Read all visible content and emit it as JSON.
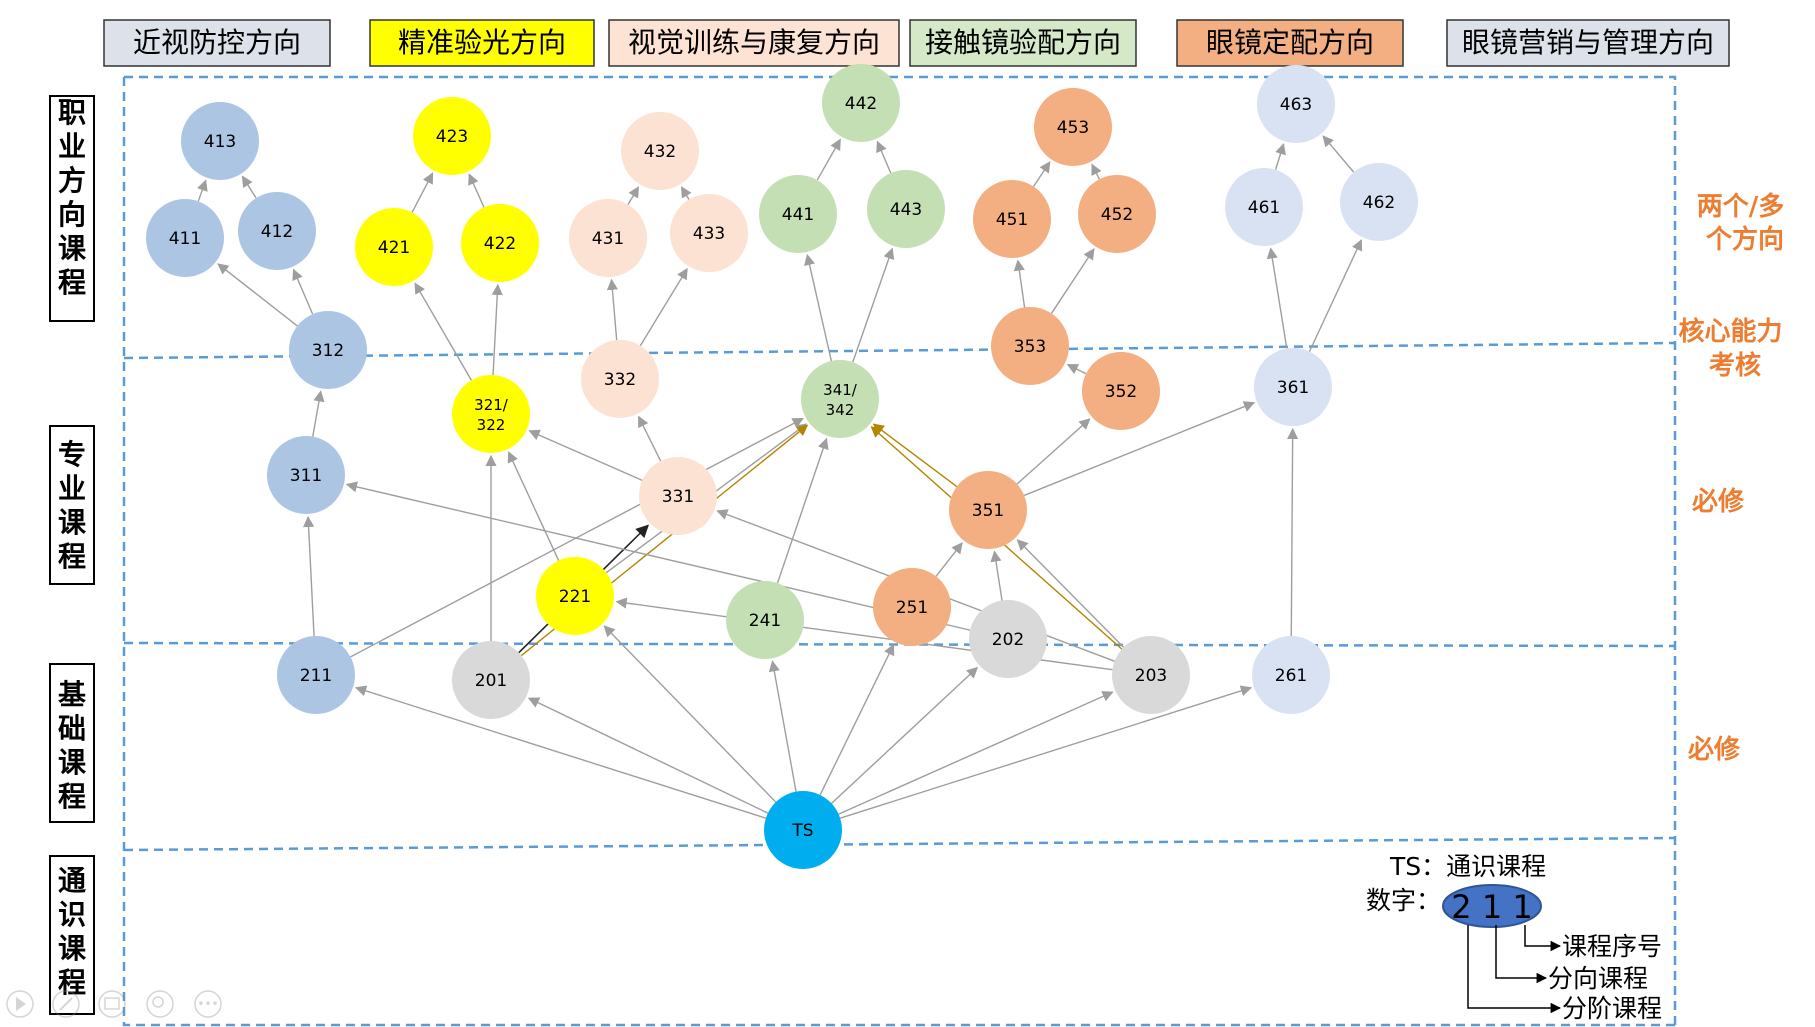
{
  "directions": [
    {
      "label": "近视防控方向",
      "color": "#DCE1EA"
    },
    {
      "label": "精准验光方向",
      "color": "#FFFF00"
    },
    {
      "label": "视觉训练与康复方向",
      "color": "#FCE3D3"
    },
    {
      "label": "接触镜验配方向",
      "color": "#D5E8C8"
    },
    {
      "label": "眼镜定配方向",
      "color": "#F3AE82"
    },
    {
      "label": "眼镜营销与管理方向",
      "color": "#DCE1EA"
    }
  ],
  "levels": [
    {
      "label": "职业方向课程"
    },
    {
      "label": "专业课程"
    },
    {
      "label": "基础课程"
    },
    {
      "label": "通识课程"
    }
  ],
  "side_notes": [
    {
      "text": "两个/多个方向"
    },
    {
      "text": "核心能力考核"
    },
    {
      "text": "必修"
    },
    {
      "text": "必修"
    }
  ],
  "colors": {
    "blue": "#ABC5E3",
    "yellow": "#FFFF00",
    "peach": "#FBE2D3",
    "green": "#C5DFB5",
    "orange": "#F3AE82",
    "lavender": "#D9E2F3",
    "gray": "#D9D9D9",
    "cyan": "#00AEEF",
    "dash": "#5B9BD5",
    "note": "#ED7D31",
    "arrow": "#9E9E9E",
    "arrow_brown": "#B38600",
    "arrow_dark": "#222222"
  },
  "nodes": [
    {
      "id": "413",
      "label": "413",
      "color": "blue"
    },
    {
      "id": "411",
      "label": "411",
      "color": "blue"
    },
    {
      "id": "412",
      "label": "412",
      "color": "blue"
    },
    {
      "id": "423",
      "label": "423",
      "color": "yellow"
    },
    {
      "id": "421",
      "label": "421",
      "color": "yellow"
    },
    {
      "id": "422",
      "label": "422",
      "color": "yellow"
    },
    {
      "id": "432",
      "label": "432",
      "color": "peach"
    },
    {
      "id": "431",
      "label": "431",
      "color": "peach"
    },
    {
      "id": "433",
      "label": "433",
      "color": "peach"
    },
    {
      "id": "442",
      "label": "442",
      "color": "green"
    },
    {
      "id": "441",
      "label": "441",
      "color": "green"
    },
    {
      "id": "443",
      "label": "443",
      "color": "green"
    },
    {
      "id": "453",
      "label": "453",
      "color": "orange"
    },
    {
      "id": "451",
      "label": "451",
      "color": "orange"
    },
    {
      "id": "452",
      "label": "452",
      "color": "orange"
    },
    {
      "id": "463",
      "label": "463",
      "color": "lavender"
    },
    {
      "id": "461",
      "label": "461",
      "color": "lavender"
    },
    {
      "id": "462",
      "label": "462",
      "color": "lavender"
    },
    {
      "id": "312",
      "label": "312",
      "color": "blue"
    },
    {
      "id": "311",
      "label": "311",
      "color": "blue"
    },
    {
      "id": "321",
      "label": "321/\n322",
      "color": "yellow"
    },
    {
      "id": "332",
      "label": "332",
      "color": "peach"
    },
    {
      "id": "331",
      "label": "331",
      "color": "peach"
    },
    {
      "id": "341",
      "label": "341/\n342",
      "color": "green"
    },
    {
      "id": "353",
      "label": "353",
      "color": "orange"
    },
    {
      "id": "352",
      "label": "352",
      "color": "orange"
    },
    {
      "id": "351",
      "label": "351",
      "color": "orange"
    },
    {
      "id": "361",
      "label": "361",
      "color": "lavender"
    },
    {
      "id": "221",
      "label": "221",
      "color": "yellow"
    },
    {
      "id": "241",
      "label": "241",
      "color": "green"
    },
    {
      "id": "251",
      "label": "251",
      "color": "orange"
    },
    {
      "id": "202",
      "label": "202",
      "color": "gray"
    },
    {
      "id": "211",
      "label": "211",
      "color": "blue"
    },
    {
      "id": "201",
      "label": "201",
      "color": "gray"
    },
    {
      "id": "203",
      "label": "203",
      "color": "gray"
    },
    {
      "id": "261",
      "label": "261",
      "color": "lavender"
    },
    {
      "id": "TS",
      "label": "TS",
      "color": "cyan"
    }
  ],
  "edges": [
    [
      "411",
      "413",
      "arrow"
    ],
    [
      "412",
      "413",
      "arrow"
    ],
    [
      "312",
      "411",
      "arrow"
    ],
    [
      "312",
      "412",
      "arrow"
    ],
    [
      "311",
      "312",
      "arrow"
    ],
    [
      "211",
      "311",
      "arrow"
    ],
    [
      "421",
      "423",
      "arrow"
    ],
    [
      "422",
      "423",
      "arrow"
    ],
    [
      "321",
      "421",
      "arrow"
    ],
    [
      "321",
      "422",
      "arrow"
    ],
    [
      "201",
      "321",
      "arrow"
    ],
    [
      "221",
      "321",
      "arrow"
    ],
    [
      "431",
      "432",
      "arrow"
    ],
    [
      "433",
      "432",
      "arrow"
    ],
    [
      "332",
      "431",
      "arrow"
    ],
    [
      "332",
      "433",
      "arrow"
    ],
    [
      "331",
      "332",
      "arrow"
    ],
    [
      "331",
      "321",
      "arrow"
    ],
    [
      "441",
      "442",
      "arrow"
    ],
    [
      "443",
      "442",
      "arrow"
    ],
    [
      "341",
      "441",
      "arrow"
    ],
    [
      "341",
      "443",
      "arrow"
    ],
    [
      "211",
      "341",
      "arrow"
    ],
    [
      "221",
      "341",
      "arrow"
    ],
    [
      "241",
      "341",
      "arrow"
    ],
    [
      "201",
      "331",
      "arrow_dark"
    ],
    [
      "201",
      "341",
      "arrow_brown"
    ],
    [
      "351",
      "341",
      "arrow_brown"
    ],
    [
      "451",
      "453",
      "arrow"
    ],
    [
      "452",
      "453",
      "arrow"
    ],
    [
      "353",
      "451",
      "arrow"
    ],
    [
      "353",
      "452",
      "arrow"
    ],
    [
      "352",
      "353",
      "arrow"
    ],
    [
      "351",
      "352",
      "arrow"
    ],
    [
      "351",
      "361",
      "arrow"
    ],
    [
      "251",
      "351",
      "arrow"
    ],
    [
      "202",
      "351",
      "arrow"
    ],
    [
      "203",
      "351",
      "arrow"
    ],
    [
      "203",
      "341",
      "arrow_brown"
    ],
    [
      "461",
      "463",
      "arrow"
    ],
    [
      "462",
      "463",
      "arrow"
    ],
    [
      "361",
      "461",
      "arrow"
    ],
    [
      "361",
      "462",
      "arrow"
    ],
    [
      "261",
      "361",
      "arrow"
    ],
    [
      "202",
      "311",
      "arrow"
    ],
    [
      "203",
      "331",
      "arrow"
    ],
    [
      "203",
      "221",
      "arrow"
    ],
    [
      "TS",
      "211",
      "arrow"
    ],
    [
      "TS",
      "201",
      "arrow"
    ],
    [
      "TS",
      "221",
      "arrow"
    ],
    [
      "TS",
      "241",
      "arrow"
    ],
    [
      "TS",
      "251",
      "arrow"
    ],
    [
      "TS",
      "202",
      "arrow"
    ],
    [
      "TS",
      "203",
      "arrow"
    ],
    [
      "TS",
      "261",
      "arrow"
    ]
  ],
  "legend": {
    "ts_label": "TS：通识课程",
    "digit_label": "数字：",
    "sample": "2 1 1",
    "items": [
      {
        "label": "课程序号"
      },
      {
        "label": "分向课程"
      },
      {
        "label": "分阶课程"
      }
    ]
  }
}
